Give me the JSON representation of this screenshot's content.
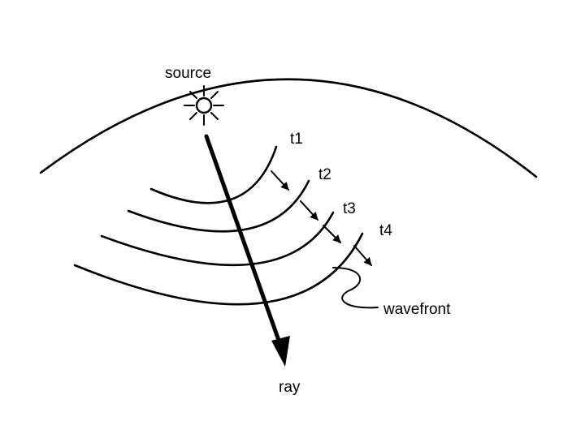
{
  "labels": {
    "source": "source",
    "t1": "t1",
    "t2": "t2",
    "t3": "t3",
    "t4": "t4",
    "wavefront": "wavefront",
    "ray": "ray"
  },
  "colors": {
    "ink": "#000000",
    "background": "#ffffff"
  },
  "icons": {
    "source": "radiating-point-source-icon"
  }
}
